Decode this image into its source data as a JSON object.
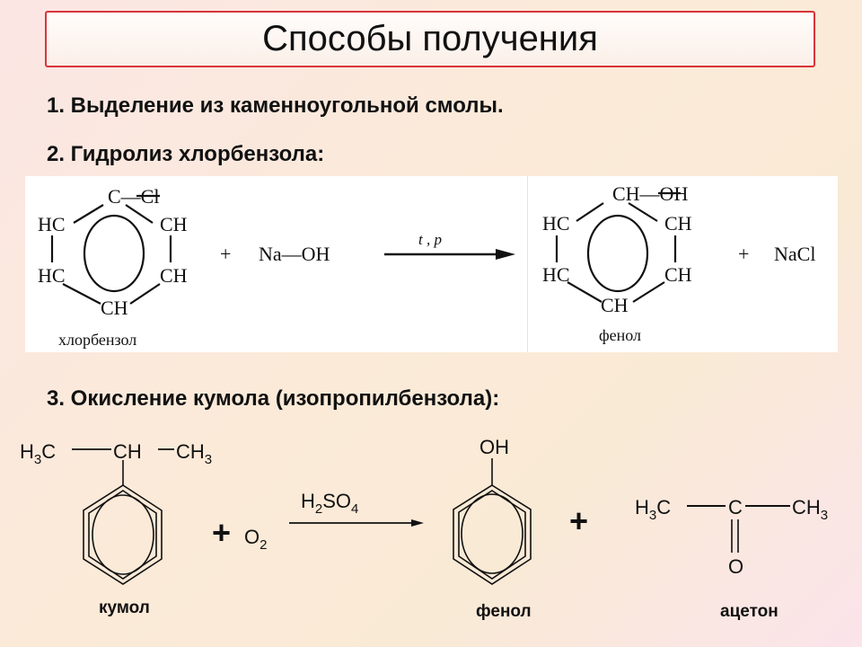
{
  "slide": {
    "title": "Способы получения",
    "items": [
      "1. Выделение из каменноугольной смолы.",
      "2. Гидролиз хлорбензола:",
      "3. Окисление кумола (изопропилбензола):"
    ]
  },
  "reaction2": {
    "reactant": {
      "top": "C—Cl",
      "hc1": "HC",
      "ch1": "CH",
      "hc2": "HC",
      "ch2": "CH",
      "bottom": "CH",
      "label": "хлорбензол"
    },
    "plus1": "+",
    "reagent": "Na—OH",
    "conditions": "t , p",
    "product": {
      "top": "CH—OH",
      "hc1": "HC",
      "ch1": "CH",
      "hc2": "HC",
      "ch2": "CH",
      "bottom": "CH",
      "label": "фенол"
    },
    "plus2": "+",
    "byproduct": "NaCl"
  },
  "reaction3": {
    "cumene_left": "H",
    "cumene_left_sub": "3",
    "cumene_left_c": "C",
    "cumene_mid": "CH",
    "cumene_right": "CH",
    "cumene_right_sub": "3",
    "cumene_label": "кумол",
    "plus1": "+",
    "oxygen": "O",
    "oxygen_sub": "2",
    "catalyst": "H",
    "catalyst_sub1": "2",
    "catalyst_mid": "SO",
    "catalyst_sub2": "4",
    "phenol_oh": "OH",
    "phenol_label": "фенол",
    "plus2": "+",
    "acetone_left": "H",
    "acetone_left_sub": "3",
    "acetone_left_c": "C",
    "acetone_c": "C",
    "acetone_right": "CH",
    "acetone_right_sub": "3",
    "acetone_o": "O",
    "acetone_label": "ацетон"
  }
}
